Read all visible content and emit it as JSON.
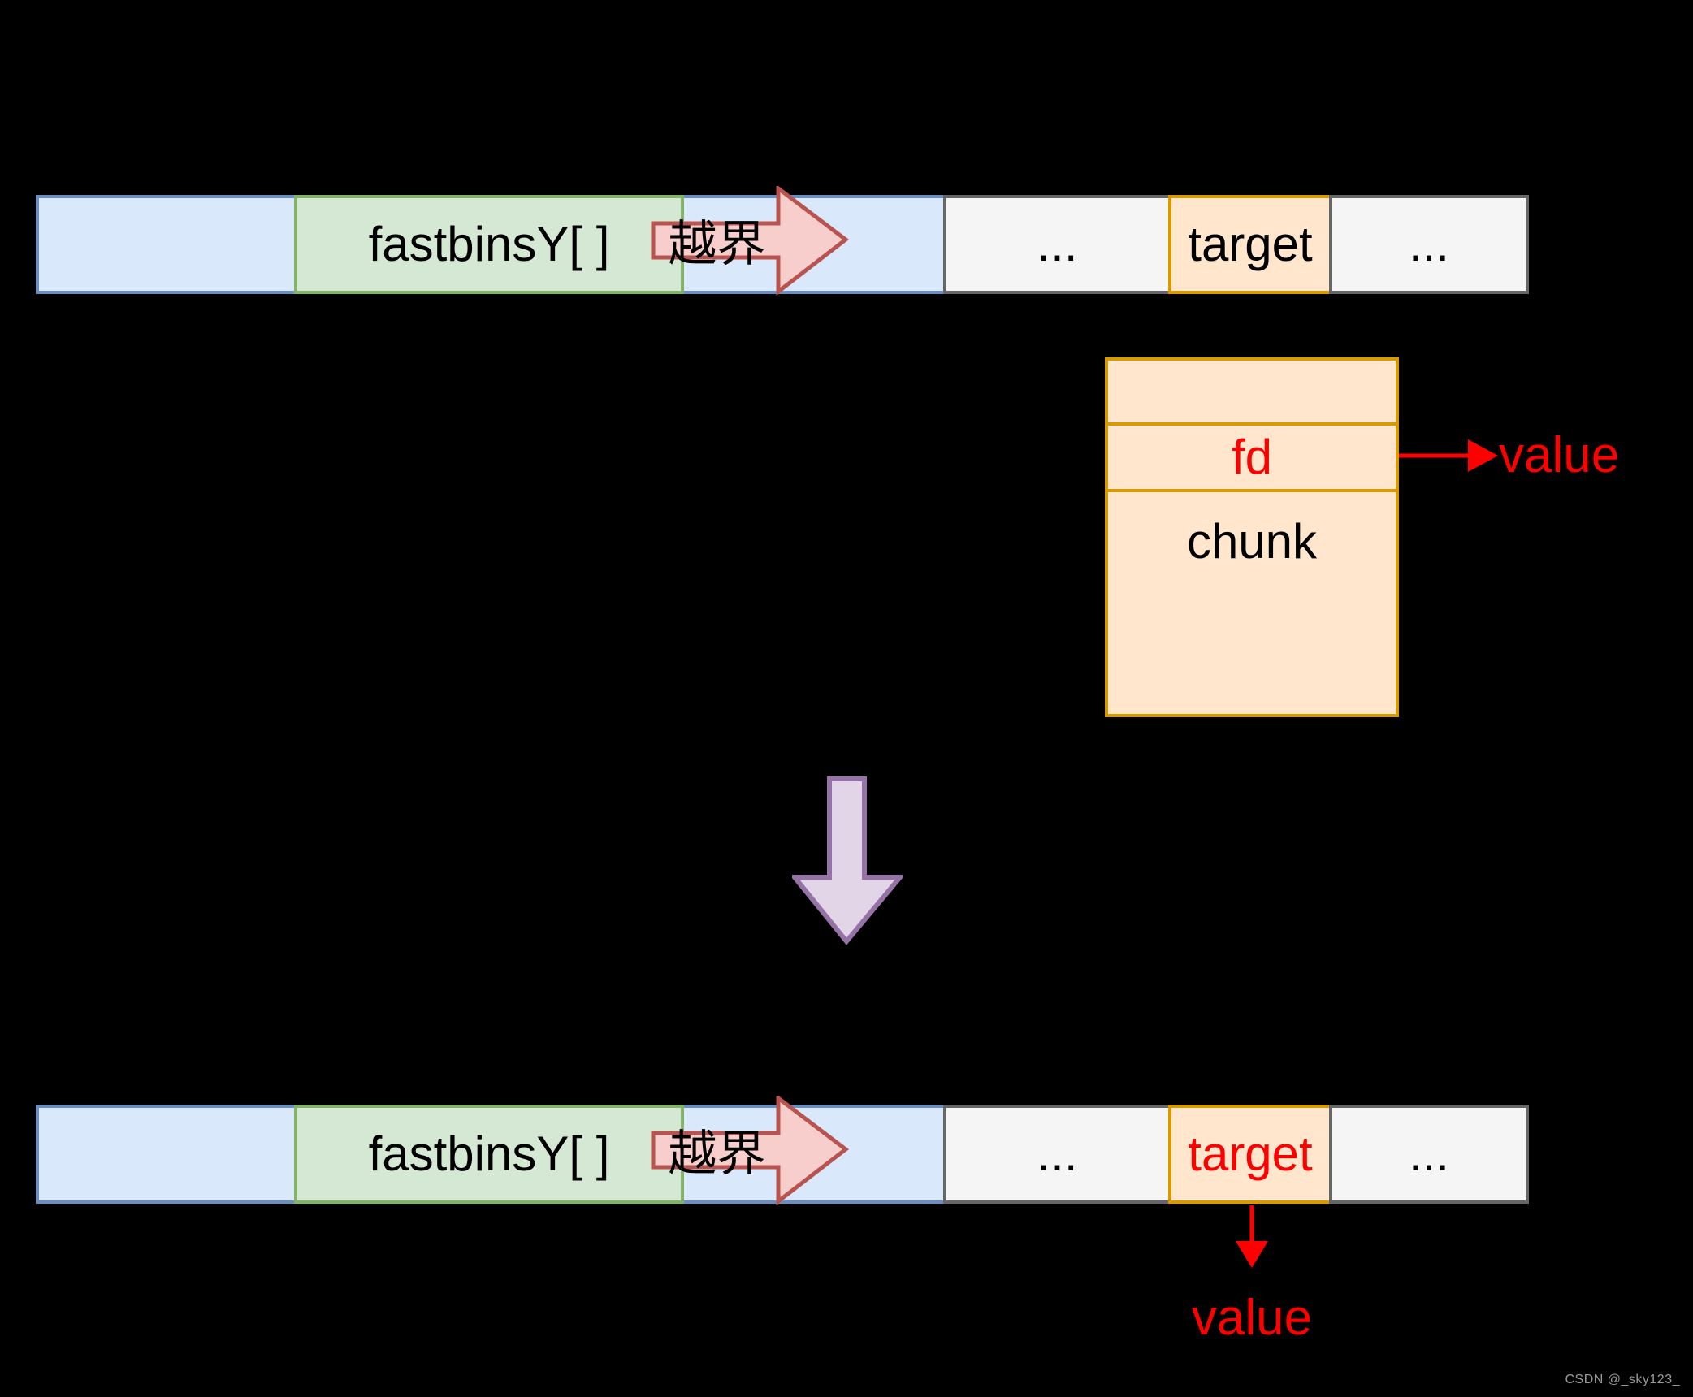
{
  "palette": {
    "background": "#000000",
    "blue_fill": "#dae8fc",
    "blue_stroke": "#6c8ebf",
    "green_fill": "#d5e8d4",
    "green_stroke": "#82b366",
    "gray_fill": "#f5f5f5",
    "gray_stroke": "#666666",
    "orange_fill": "#ffe6cc",
    "orange_stroke": "#d79b00",
    "pink_fill": "#f8cecc",
    "pink_stroke": "#b85450",
    "purple_fill": "#e1d5e7",
    "purple_stroke": "#9673a6",
    "red_accent": "#ff0000",
    "watermark_gray": "#9a9a9a"
  },
  "top_bar": {
    "segments": [
      {
        "label": "",
        "type": "blue"
      },
      {
        "label": "fastbinsY[ ]",
        "type": "green"
      },
      {
        "label": "...",
        "type": "gray"
      },
      {
        "label": "target",
        "type": "orange"
      },
      {
        "label": "...",
        "type": "gray"
      }
    ],
    "overflow_arrow_label": "越界"
  },
  "chunk_box": {
    "rows": [
      {
        "label": ""
      },
      {
        "label": "fd"
      },
      {
        "label": "chunk"
      }
    ],
    "fd_pointer_label": "value"
  },
  "bottom_bar": {
    "segments": [
      {
        "label": "",
        "type": "blue"
      },
      {
        "label": "fastbinsY[ ]",
        "type": "green"
      },
      {
        "label": "...",
        "type": "gray"
      },
      {
        "label": "target",
        "type": "orange"
      },
      {
        "label": "...",
        "type": "gray"
      }
    ],
    "overflow_arrow_label": "越界",
    "target_pointer_label": "value"
  },
  "watermark": "CSDN @_sky123_"
}
